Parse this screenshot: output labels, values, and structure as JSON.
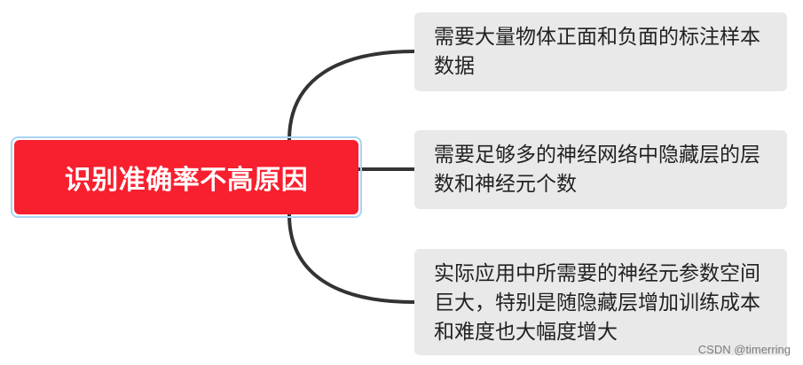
{
  "mindmap": {
    "root": {
      "label": "识别准确率不高原因",
      "fill_color": "#f81f2e",
      "outline_color": "#a9d4f2"
    },
    "branches": [
      {
        "label": "需要大量物体正面和负面的标注样本数据"
      },
      {
        "label": "需要足够多的神经网络中隐藏层的层数和神经元个数"
      },
      {
        "label": "实际应用中所需要的神经元参数空间巨大，特别是随隐藏层增加训练成本和难度也大幅度增大"
      }
    ],
    "branch_fill_color": "#e9e9e9",
    "connector_color": "#333333"
  },
  "watermark": "CSDN @timerring"
}
